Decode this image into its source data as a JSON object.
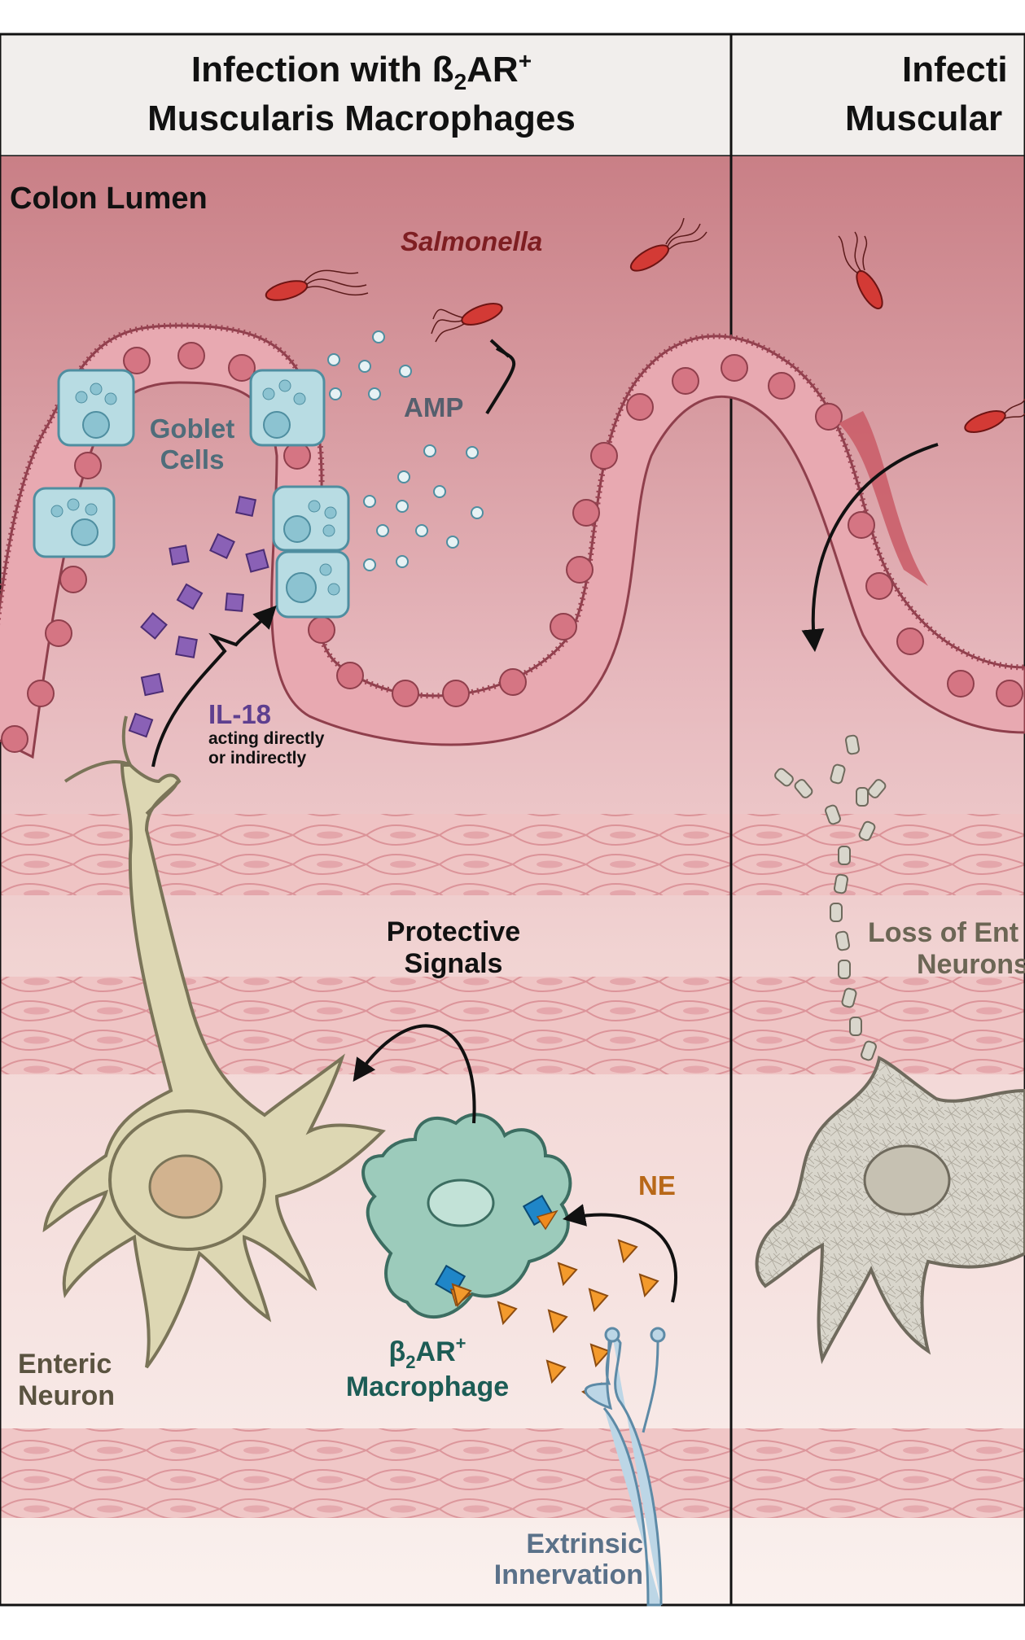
{
  "panels": [
    {
      "title_line1_prefix": "Infection with ß",
      "title_line1_sub": "2",
      "title_line1_mid": "AR",
      "title_line1_sup": "+",
      "title_line2": "Muscularis Macrophages"
    },
    {
      "title_line1": "Infecti",
      "title_line2": "Muscular"
    }
  ],
  "labels": {
    "colon_lumen": "Colon Lumen",
    "salmonella": "Salmonella",
    "amp": "AMP",
    "goblet_line1": "Goblet",
    "goblet_line2": "Cells",
    "il18": "IL-18",
    "il18_note_line1": "acting directly",
    "il18_note_line2": "or indirectly",
    "protective_line1": "Protective",
    "protective_line2": "Signals",
    "ne": "NE",
    "macrophage_line1_prefix": "β",
    "macrophage_line1_sub": "2",
    "macrophage_line1_mid": "AR",
    "macrophage_line1_sup": "+",
    "macrophage_line2": "Macrophage",
    "enteric_line1": "Enteric",
    "enteric_line2": "Neuron",
    "extrinsic_line1": "Extrinsic",
    "extrinsic_line2": "Innervation",
    "loss_line1": "Loss of Ent",
    "loss_line2": "Neurons"
  },
  "colors": {
    "lumen_top": "#c97f86",
    "lumen_bottom": "#f3e1df",
    "header_bg": "#f1eeec",
    "epithelial_cell": "#e6a6ae",
    "epithelial_nucleus": "#d0707e",
    "goblet_cell": "#b7dbe2",
    "goblet_vesicle": "#8ec4d2",
    "salmonella": "#d2322f",
    "il18": "#7a52a6",
    "ne_triangle": "#f08a1d",
    "macrophage": "#9ccbbb",
    "receptor": "#1f86c8",
    "neuron": "#ddd7b4",
    "neuron_outline": "#7a7458",
    "degraded_neuron": "#d8d5cc",
    "muscle_band": "#eebcbc",
    "salmonella_label": "#7e1e22",
    "il18_label": "#5e3f8f",
    "ne_label": "#b86818",
    "macrophage_label": "#1c5c55",
    "extrinsic_label": "#5a7189"
  }
}
